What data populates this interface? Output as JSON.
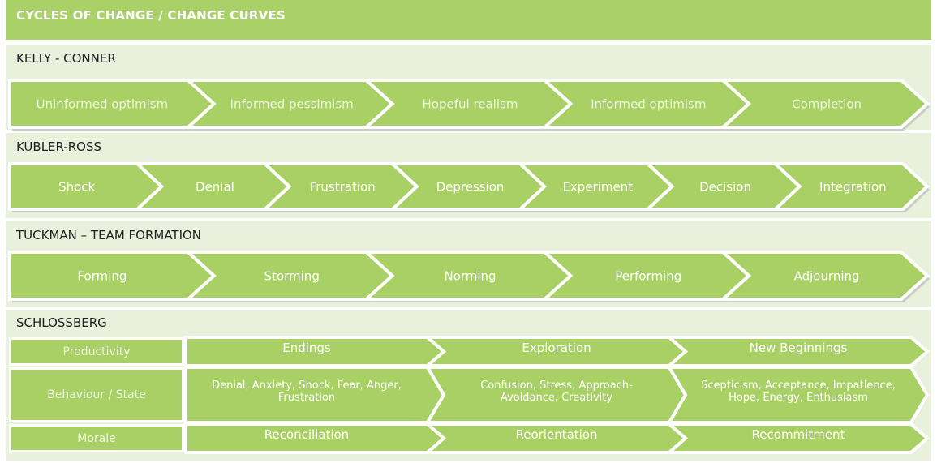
{
  "title": "CYCLES OF CHANGE  / CHANGE CURVES",
  "sections": {
    "kelly": {
      "label": "KELLY - CONNER",
      "stages": [
        "Uninformed optimism",
        "Informed pessimism",
        "Hopeful realism",
        "Informed optimism",
        "Completion"
      ]
    },
    "kubler": {
      "label": "KUBLER-ROSS",
      "stages": [
        "Shock",
        "Denial",
        "Frustration",
        "Depression",
        "Experiment",
        "Decision",
        "Integration"
      ]
    },
    "tuckman": {
      "label": "TUCKMAN – TEAM FORMATION",
      "stages": [
        "Forming",
        "Storming",
        "Norming",
        "Performing",
        "Adjourning"
      ]
    },
    "schlossberg": {
      "label": "SCHLOSSBERG",
      "rows": [
        {
          "label": "Productivity",
          "cells": [
            [
              "Endings"
            ],
            [
              "Exploration"
            ],
            [
              "New Beginnings"
            ]
          ]
        },
        {
          "label": "Behaviour / State",
          "cells": [
            [
              "Denial, Anxiety, Shock, Fear, Anger,",
              "Frustration"
            ],
            [
              "Confusion, Stress, Approach-",
              "Avoidance, Creativity"
            ],
            [
              "Scepticism, Acceptance, Impatience,",
              "Hope, Energy, Enthusiasm"
            ]
          ]
        },
        {
          "label": "Morale",
          "cells": [
            [
              "Reconciliation"
            ],
            [
              "Reorientation"
            ],
            [
              "Recommitment"
            ]
          ]
        }
      ]
    }
  },
  "colors": {
    "header": "#a9d167",
    "band": "#e9f1dd",
    "chevron": "#a8d064",
    "text": "#ffffff",
    "label": "#222222"
  }
}
